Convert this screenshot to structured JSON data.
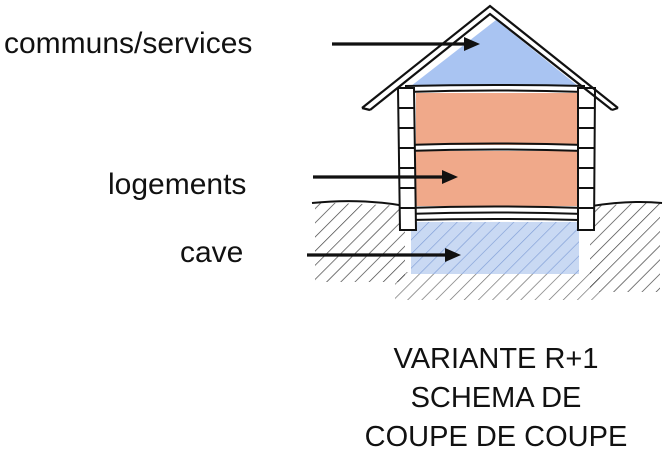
{
  "labels": {
    "attic": "communs/services",
    "floors": "logements",
    "basement": "cave"
  },
  "title": {
    "line1": "VARIANTE R+1",
    "line2": "SCHEMA DE",
    "line3": "COUPE DE COUPE"
  },
  "colors": {
    "attic_fill": "#a9c4f2",
    "floor_fill": "#f0a98a",
    "basement_fill": "#c9d9f3",
    "ink": "#111111"
  }
}
